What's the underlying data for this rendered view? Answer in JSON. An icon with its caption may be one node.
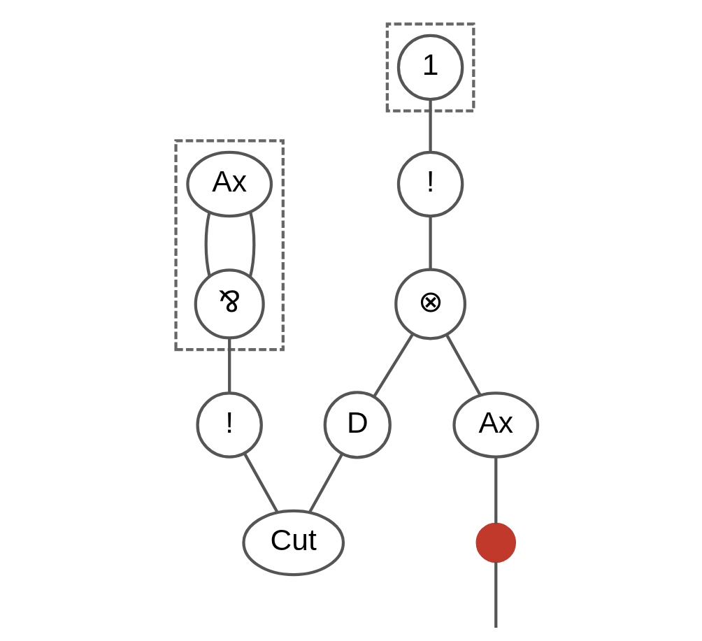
{
  "diagram": {
    "nodes": [
      {
        "text": [],
        "shape": "box"
      },
      {
        "text": [
          "Ax"
        ],
        "in": 0
      },
      {
        "text": [
          "⅋"
        ],
        "in": 0
      },
      {
        "text": [
          "!"
        ]
      },
      {
        "text": [],
        "shape": "box"
      },
      {
        "text": [
          "1"
        ],
        "in": 4
      },
      {
        "text": [
          "!"
        ]
      },
      {
        "text": [
          "⊗"
        ]
      },
      {
        "text": [
          "Ax"
        ]
      },
      {
        "text": [
          "D"
        ]
      },
      {
        "text": [
          "Cut"
        ]
      },
      {
        "text": [],
        "shape": "circle"
      }
    ],
    "edges": [
      {
        "from": 1,
        "to": 2,
        "arrow": "none"
      },
      {
        "from": 1,
        "to": 2,
        "arrow": "none"
      },
      {
        "from": 2,
        "to": 3,
        "arrow": "none"
      },
      {
        "from": 3,
        "to": 10,
        "arrow": "none"
      },
      {
        "from": 5,
        "to": 6,
        "arrow": "none"
      },
      {
        "from": 6,
        "to": 7,
        "arrow": "none"
      },
      {
        "from": 7,
        "to": 8,
        "arrow": "none"
      },
      {
        "from": 7,
        "to": 9,
        "arrow": "none"
      },
      {
        "from": 9,
        "to": 10,
        "arrow": "none"
      },
      {
        "from": 8,
        "to": 11,
        "arrow": "none"
      },
      {
        "from": 11,
        "to": null,
        "arrow": "none"
      }
    ]
  }
}
